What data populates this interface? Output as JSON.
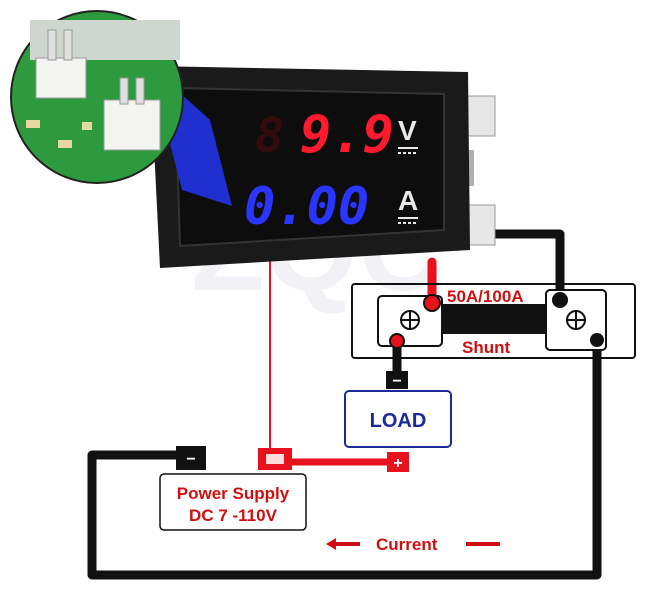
{
  "meter": {
    "voltage_reading": "9.9",
    "voltage_ghost_digit": "8",
    "voltage_unit": "V",
    "current_reading": "0.00",
    "current_unit": "A"
  },
  "shunt": {
    "rating_label": "50A/100A",
    "name_label": "Shunt"
  },
  "load": {
    "label": "LOAD",
    "terminal_sign": "−"
  },
  "power_supply": {
    "line1": "Power Supply",
    "line2": "DC 7 -110V",
    "positive_sign": "+",
    "negative_sign": "−"
  },
  "current_flow": {
    "label": "Current"
  },
  "watermark": {
    "text": "ZQC"
  },
  "colors": {
    "voltage_digits": "#ff1a2e",
    "current_digits": "#2a35ff",
    "red_wire": "#e8121c",
    "black_wire": "#111111",
    "label_red": "#d01010",
    "label_navy": "#1a2a9a",
    "meter_body": "#151515",
    "pcb_green": "#2e9a3e",
    "zoom_blue": "#1f2fd0"
  }
}
